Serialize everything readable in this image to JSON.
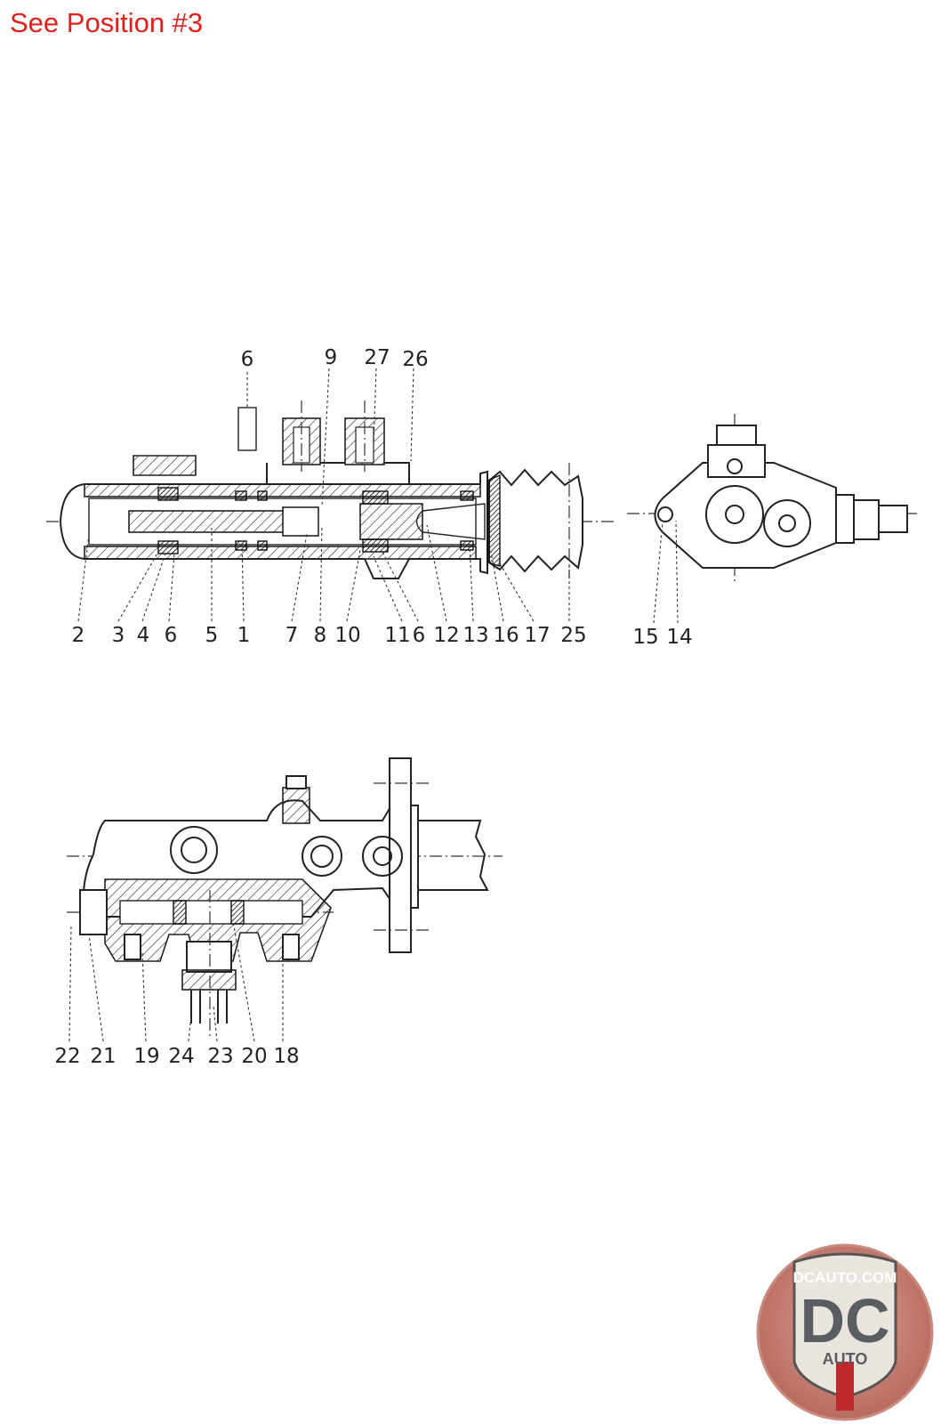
{
  "header": {
    "text": "See Position #3",
    "color": "#e0201b"
  },
  "top_view_labels_top": [
    "6",
    "9",
    "27",
    "26"
  ],
  "top_view_labels_bottom": [
    "2",
    "3",
    "4",
    "6",
    "5",
    "1",
    "7",
    "8",
    "10",
    "11",
    "6",
    "12",
    "13",
    "16",
    "17",
    "25"
  ],
  "end_view_labels": [
    "15",
    "14"
  ],
  "lower_view_labels": [
    "22",
    "21",
    "19",
    "24",
    "23",
    "20",
    "18"
  ],
  "logo": {
    "text": "DCAUTO.COM",
    "mark": "DC",
    "sub": "AUTO"
  }
}
